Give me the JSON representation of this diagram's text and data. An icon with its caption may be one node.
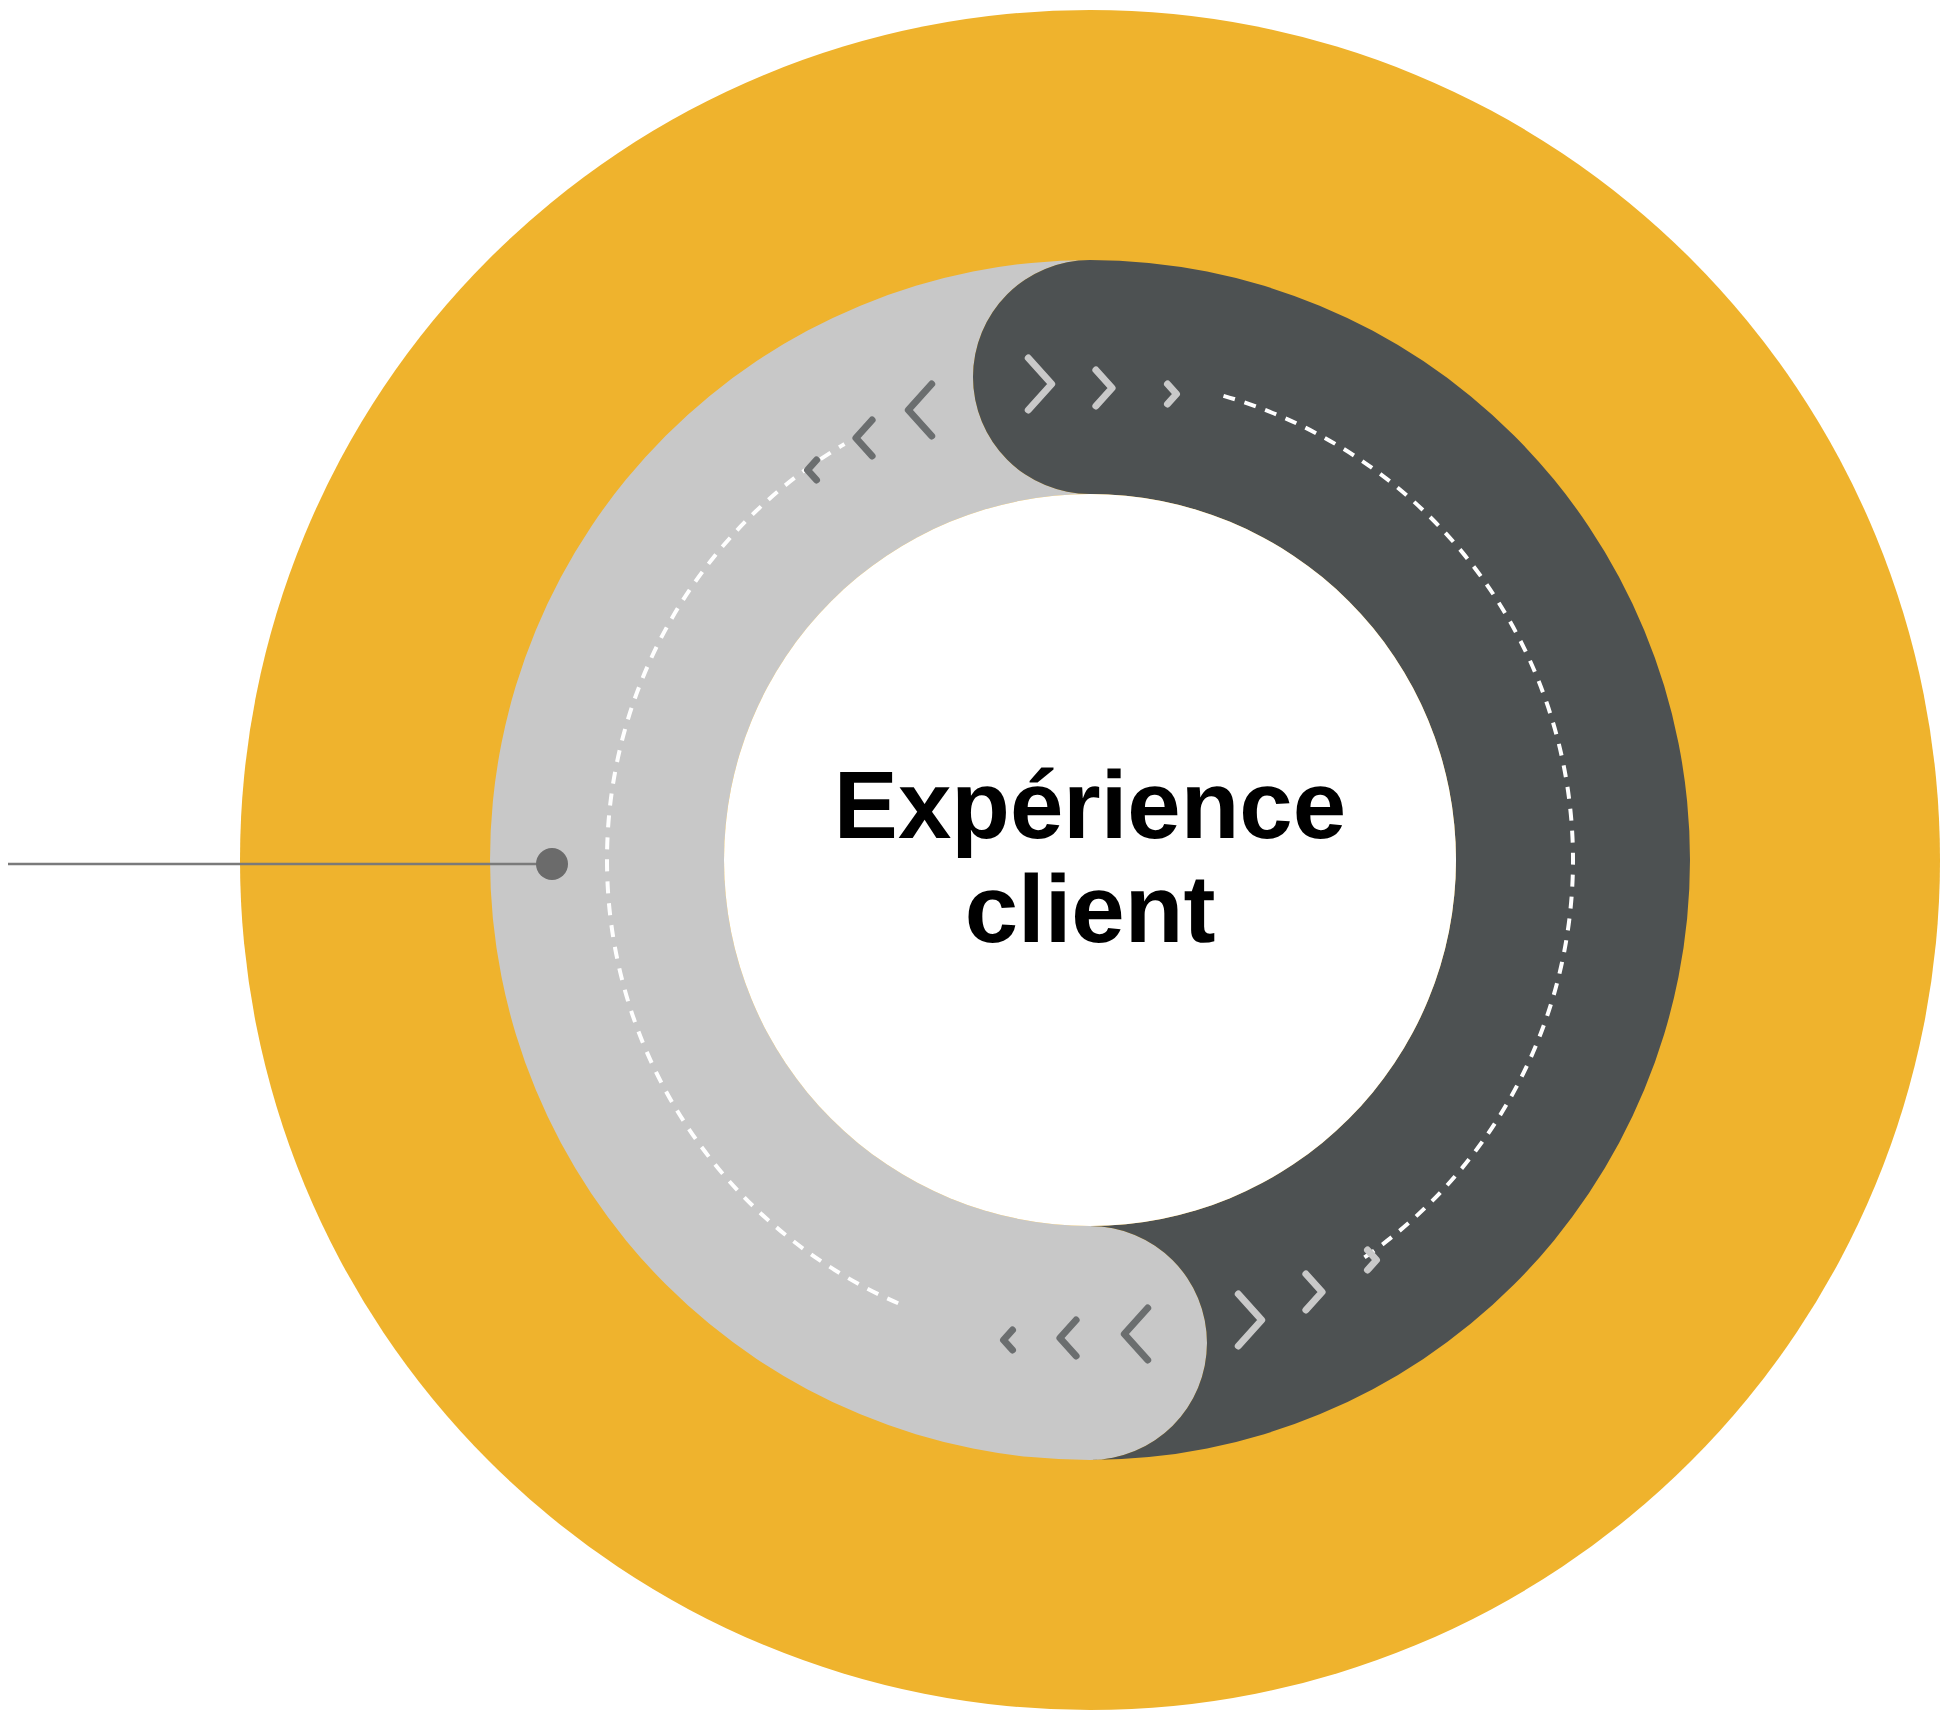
{
  "diagram": {
    "nodes": [
      {
        "text": [],
        "shape": "circle"
      },
      {
        "text": [],
        "shape": "arc",
        "in": 0
      },
      {
        "text": [],
        "shape": "arc",
        "in": 0
      },
      {
        "text": [
          "Expérience client"
        ],
        "in": 0
      }
    ],
    "edges": [
      {
        "from": null,
        "to": 1,
        "arrow": "other"
      }
    ]
  }
}
